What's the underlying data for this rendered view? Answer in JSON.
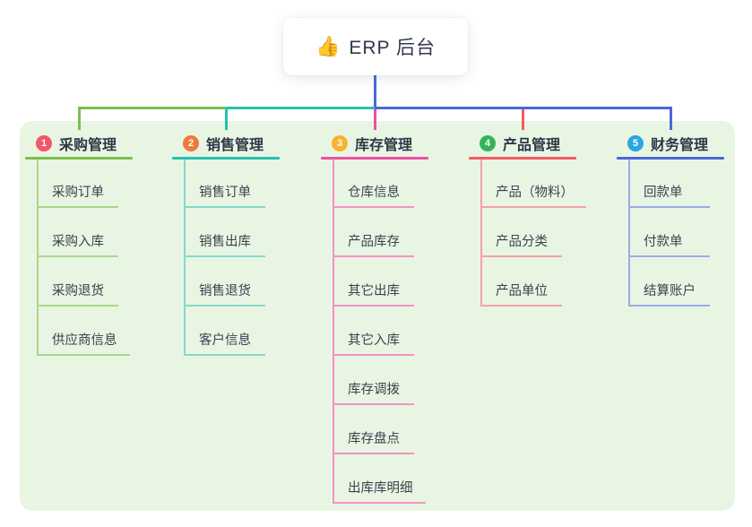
{
  "root": {
    "icon": "👍",
    "label": "ERP 后台",
    "stem_color": "#4a68d9"
  },
  "panel": {
    "background": "#e9f5e3"
  },
  "branches": [
    {
      "num": "1",
      "label": "采购管理",
      "badge_color": "#f2566b",
      "line_color": "#7cbf4e",
      "light_color": "#a9d88c",
      "children": [
        "采购订单",
        "采购入库",
        "采购退货",
        "供应商信息"
      ]
    },
    {
      "num": "2",
      "label": "销售管理",
      "badge_color": "#ef7a3b",
      "line_color": "#26c2ad",
      "light_color": "#84d9cc",
      "children": [
        "销售订单",
        "销售出库",
        "销售退货",
        "客户信息"
      ]
    },
    {
      "num": "3",
      "label": "库存管理",
      "badge_color": "#f7b32f",
      "line_color": "#ee4fa4",
      "light_color": "#f591c5",
      "children": [
        "仓库信息",
        "产品库存",
        "其它出库",
        "其它入库",
        "库存调拨",
        "库存盘点",
        "出库库明细"
      ]
    },
    {
      "num": "4",
      "label": "产品管理",
      "badge_color": "#35b457",
      "line_color": "#f25b66",
      "light_color": "#f7a0a5",
      "children": [
        "产品（物料）",
        "产品分类",
        "产品单位"
      ]
    },
    {
      "num": "5",
      "label": "财务管理",
      "badge_color": "#2ba6e2",
      "line_color": "#4a68d9",
      "light_color": "#9aabe6",
      "children": [
        "回款单",
        "付款单",
        "结算账户"
      ]
    }
  ]
}
